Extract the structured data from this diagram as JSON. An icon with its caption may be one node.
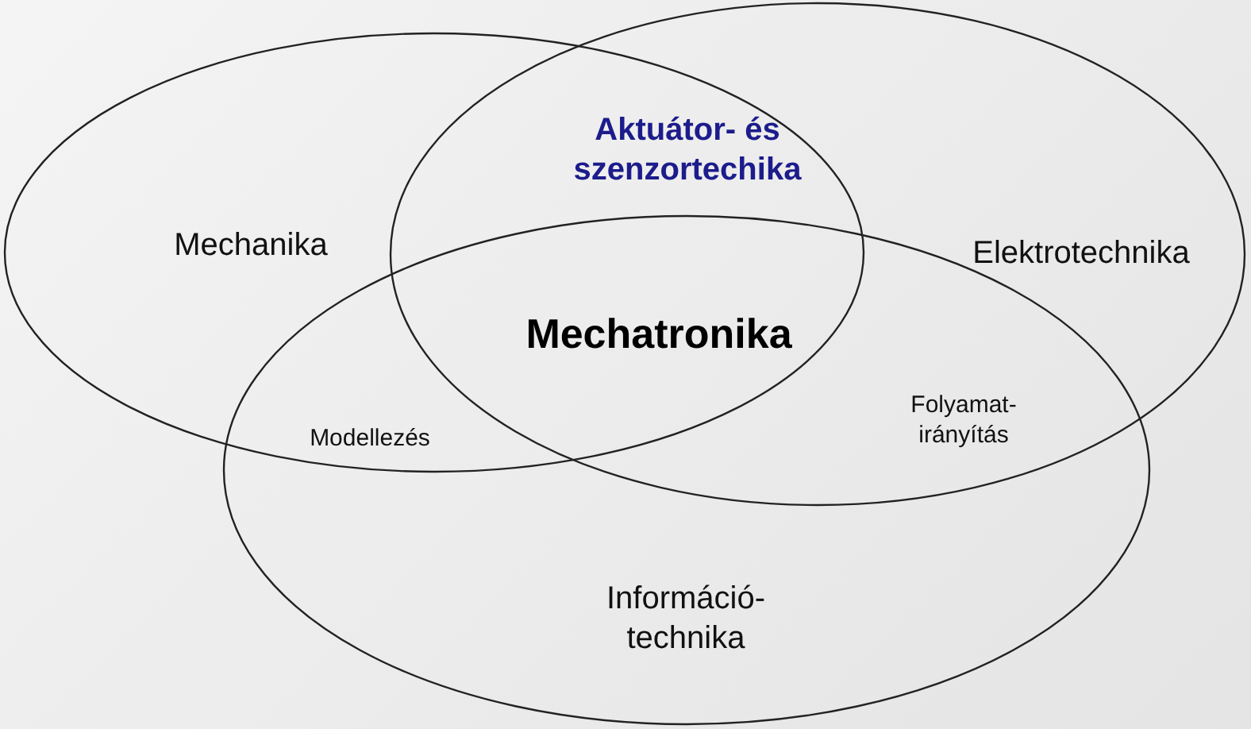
{
  "diagram": {
    "nodes": [
      {
        "text": [
          "Mechanika"
        ]
      },
      {
        "text": [
          "Elektrotechnika"
        ]
      },
      {
        "text": [
          "Információ- technika"
        ]
      }
    ],
    "edges": [],
    "labels": [
      "Aktuátor- és szenzortechika",
      "Mechatronika",
      "Modellezés",
      "Folyamat- irányítás"
    ]
  }
}
